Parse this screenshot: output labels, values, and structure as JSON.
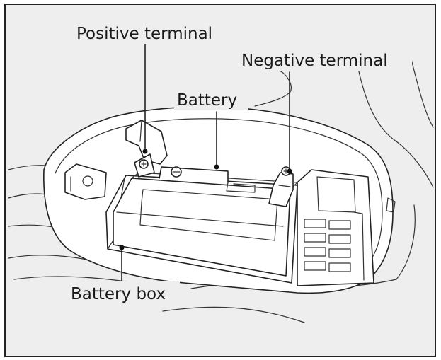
{
  "labels": {
    "positive_terminal": "Positive terminal",
    "negative_terminal": "Negative terminal",
    "battery": "Battery",
    "battery_box": "Battery box"
  }
}
